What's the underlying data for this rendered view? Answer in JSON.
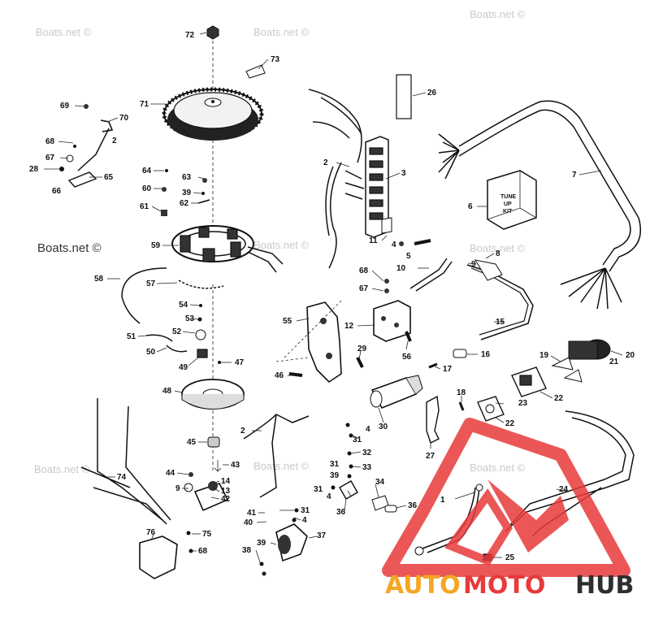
{
  "watermark": "Boats.net ©",
  "kit_box": {
    "line1": "TUNE",
    "line2": "UP",
    "line3": "KIT"
  },
  "logo": {
    "auto": "AUTO",
    "moto": "MOTO",
    "hub": "HUB"
  },
  "colors": {
    "logo_red": "#e83a3a",
    "logo_orange": "#f5a623",
    "logo_dark": "#2e2e2e",
    "watermark": "#c9c9c9"
  },
  "callouts": {
    "n1": "1",
    "n2a": "2",
    "n2b": "2",
    "n2c": "2",
    "n3": "3",
    "n4a": "4",
    "n4b": "4",
    "n4c": "4",
    "n4d": "4",
    "n5": "5",
    "n6": "6",
    "n7": "7",
    "n8": "8",
    "n9a": "9",
    "n9b": "9",
    "n10": "10",
    "n11": "11",
    "n12": "12",
    "n13": "13",
    "n14": "14",
    "n15": "15",
    "n16": "16",
    "n17": "17",
    "n18": "18",
    "n19": "19",
    "n20": "20",
    "n21": "21",
    "n22a": "22",
    "n22b": "22",
    "n23": "23",
    "n24": "24",
    "n25": "25",
    "n26": "26",
    "n27": "27",
    "n28": "28",
    "n29": "29",
    "n30": "30",
    "n31a": "31",
    "n31b": "31",
    "n31c": "31",
    "n31d": "31",
    "n32": "32",
    "n33": "33",
    "n34": "34",
    "n36a": "36",
    "n36b": "36",
    "n37": "37",
    "n38": "38",
    "n39a": "39",
    "n39b": "39",
    "n40": "40",
    "n41": "41",
    "n42": "42",
    "n43": "43",
    "n44": "44",
    "n45": "45",
    "n46": "46",
    "n47": "47",
    "n48": "48",
    "n49": "49",
    "n50": "50",
    "n51": "51",
    "n52": "52",
    "n53": "53",
    "n54": "54",
    "n55": "55",
    "n56": "56",
    "n57": "57",
    "n58": "58",
    "n59": "59",
    "n60": "60",
    "n61": "61",
    "n62": "62",
    "n63": "63",
    "n64": "64",
    "n65": "65",
    "n66": "66",
    "n67a": "67",
    "n67b": "67",
    "n68a": "68",
    "n68b": "68",
    "n68c": "68",
    "n69": "69",
    "n70": "70",
    "n71": "71",
    "n72": "72",
    "n73": "73",
    "n74": "74",
    "n75": "75",
    "n76": "76"
  }
}
